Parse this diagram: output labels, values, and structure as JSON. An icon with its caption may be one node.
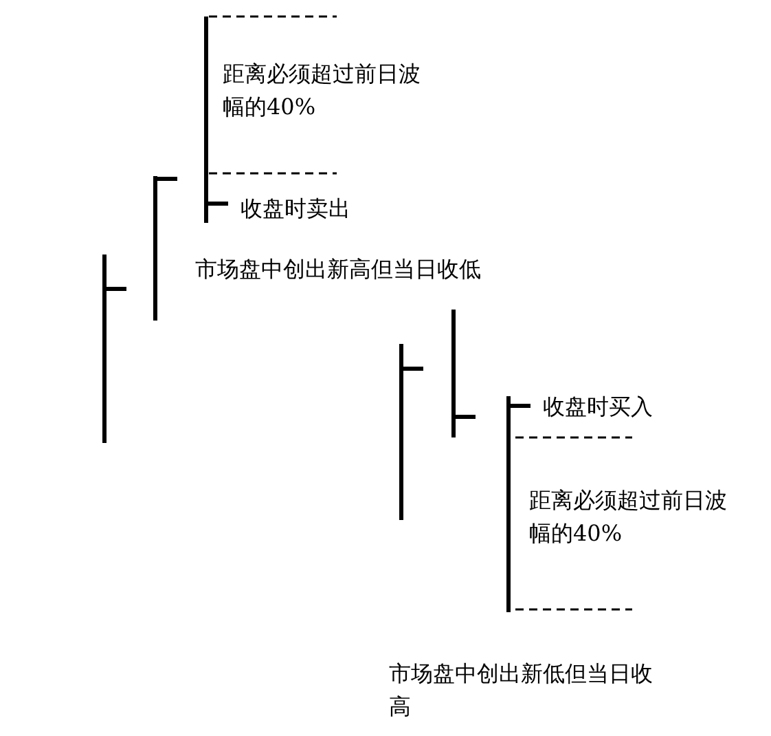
{
  "diagram": {
    "labels": [
      "距离必须超过前日波幅的40%",
      "收盘时卖出",
      "市场盘中创出新高但当日收低",
      "收盘时买入",
      "距离必须超过前日波幅的40%",
      "市场盘中创出新低但当日收高"
    ]
  }
}
